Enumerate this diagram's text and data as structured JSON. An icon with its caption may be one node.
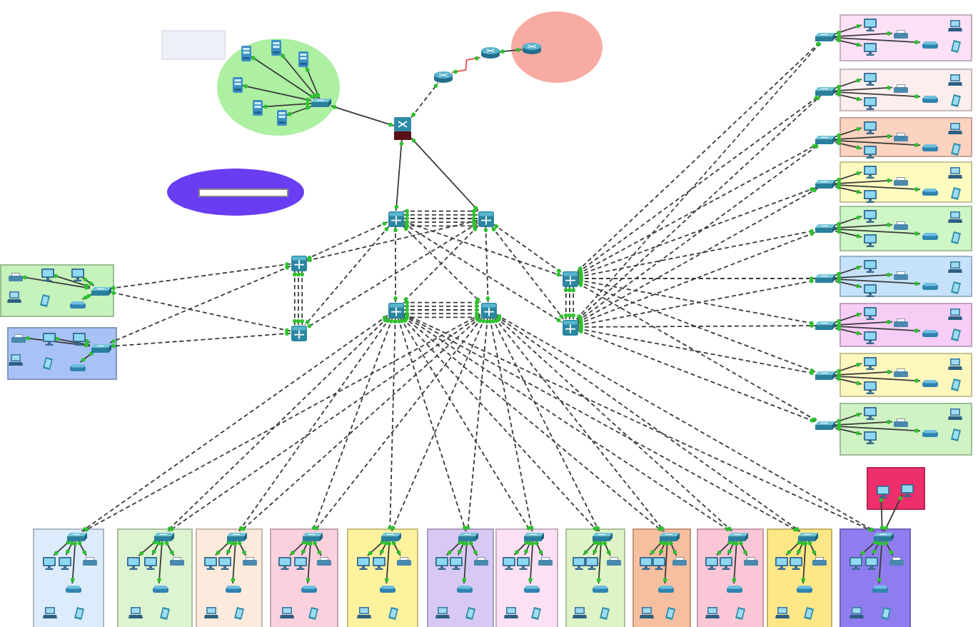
{
  "diagram": {
    "nodes": [
      {
        "text": [],
        "shape": "box"
      },
      {
        "text": [],
        "shape": "ellipse"
      },
      {
        "text": [],
        "shape": "server",
        "in": 1
      },
      {
        "text": [],
        "shape": "server",
        "in": 1
      },
      {
        "text": [],
        "shape": "server",
        "in": 1
      },
      {
        "text": [],
        "shape": "server",
        "in": 1
      },
      {
        "text": [],
        "shape": "server",
        "in": 1
      },
      {
        "text": [],
        "shape": "server",
        "in": 1
      },
      {
        "text": [],
        "shape": "switch",
        "in": 1
      },
      {
        "text": [],
        "shape": "router"
      },
      {
        "text": [],
        "shape": "router"
      },
      {
        "text": [],
        "shape": "router"
      },
      {
        "text": [],
        "shape": "ellipse"
      },
      {
        "text": [],
        "shape": "router",
        "in": 12
      },
      {
        "text": [],
        "shape": "ellipse"
      },
      {
        "text": [],
        "shape": "box",
        "in": 14
      },
      {
        "text": [],
        "shape": "switch"
      },
      {
        "text": [],
        "shape": "switch"
      },
      {
        "text": [],
        "shape": "switch"
      },
      {
        "text": [],
        "shape": "switch"
      },
      {
        "text": [],
        "shape": "switch"
      },
      {
        "text": [],
        "shape": "switch"
      },
      {
        "text": [],
        "shape": "switch"
      },
      {
        "text": [],
        "shape": "switch"
      },
      {
        "text": [],
        "shape": "box"
      },
      {
        "text": [],
        "shape": "switch",
        "in": 24
      },
      {
        "text": [],
        "shape": "computer",
        "in": 24
      },
      {
        "text": [],
        "shape": "computer",
        "in": 24
      },
      {
        "text": [],
        "shape": "printer",
        "in": 24
      },
      {
        "text": [],
        "shape": "access-point",
        "in": 24
      },
      {
        "text": [],
        "shape": "box"
      },
      {
        "text": [],
        "shape": "switch",
        "in": 30
      },
      {
        "text": [],
        "shape": "computer",
        "in": 30
      },
      {
        "text": [],
        "shape": "computer",
        "in": 30
      },
      {
        "text": [],
        "shape": "printer",
        "in": 30
      },
      {
        "text": [],
        "shape": "access-point",
        "in": 30
      },
      {
        "text": [],
        "shape": "box"
      },
      {
        "text": [],
        "shape": "switch"
      },
      {
        "text": [],
        "shape": "computer",
        "in": 36
      },
      {
        "text": [],
        "shape": "computer",
        "in": 36
      },
      {
        "text": [],
        "shape": "printer",
        "in": 36
      },
      {
        "text": [],
        "shape": "access-point",
        "in": 36
      },
      {
        "text": [],
        "shape": "box"
      },
      {
        "text": [],
        "shape": "switch"
      },
      {
        "text": [],
        "shape": "computer",
        "in": 42
      },
      {
        "text": [],
        "shape": "computer",
        "in": 42
      },
      {
        "text": [],
        "shape": "printer",
        "in": 42
      },
      {
        "text": [],
        "shape": "access-point",
        "in": 42
      },
      {
        "text": [],
        "shape": "box"
      },
      {
        "text": [],
        "shape": "switch"
      },
      {
        "text": [],
        "shape": "computer",
        "in": 48
      },
      {
        "text": [],
        "shape": "computer",
        "in": 48
      },
      {
        "text": [],
        "shape": "printer",
        "in": 48
      },
      {
        "text": [],
        "shape": "access-point",
        "in": 48
      },
      {
        "text": [],
        "shape": "box"
      },
      {
        "text": [],
        "shape": "switch"
      },
      {
        "text": [],
        "shape": "computer",
        "in": 54
      },
      {
        "text": [],
        "shape": "computer",
        "in": 54
      },
      {
        "text": [],
        "shape": "printer",
        "in": 54
      },
      {
        "text": [],
        "shape": "access-point",
        "in": 54
      },
      {
        "text": [],
        "shape": "box"
      },
      {
        "text": [],
        "shape": "switch"
      },
      {
        "text": [],
        "shape": "computer",
        "in": 60
      },
      {
        "text": [],
        "shape": "computer",
        "in": 60
      },
      {
        "text": [],
        "shape": "printer",
        "in": 60
      },
      {
        "text": [],
        "shape": "access-point",
        "in": 60
      },
      {
        "text": [],
        "shape": "box"
      },
      {
        "text": [],
        "shape": "switch"
      },
      {
        "text": [],
        "shape": "computer",
        "in": 66
      },
      {
        "text": [],
        "shape": "computer",
        "in": 66
      },
      {
        "text": [],
        "shape": "printer",
        "in": 66
      },
      {
        "text": [],
        "shape": "access-point",
        "in": 66
      },
      {
        "text": [],
        "shape": "box"
      },
      {
        "text": [],
        "shape": "switch"
      },
      {
        "text": [],
        "shape": "computer",
        "in": 72
      },
      {
        "text": [],
        "shape": "computer",
        "in": 72
      },
      {
        "text": [],
        "shape": "printer",
        "in": 72
      },
      {
        "text": [],
        "shape": "access-point",
        "in": 72
      },
      {
        "text": [],
        "shape": "box"
      },
      {
        "text": [],
        "shape": "switch"
      },
      {
        "text": [],
        "shape": "computer",
        "in": 78
      },
      {
        "text": [],
        "shape": "computer",
        "in": 78
      },
      {
        "text": [],
        "shape": "printer",
        "in": 78
      },
      {
        "text": [],
        "shape": "access-point",
        "in": 78
      },
      {
        "text": [],
        "shape": "box"
      },
      {
        "text": [],
        "shape": "switch"
      },
      {
        "text": [],
        "shape": "computer",
        "in": 84
      },
      {
        "text": [],
        "shape": "computer",
        "in": 84
      },
      {
        "text": [],
        "shape": "printer",
        "in": 84
      },
      {
        "text": [],
        "shape": "access-point",
        "in": 84
      },
      {
        "text": [],
        "shape": "box"
      },
      {
        "text": [],
        "shape": "switch",
        "in": 90
      },
      {
        "text": [],
        "shape": "computer",
        "in": 90
      },
      {
        "text": [],
        "shape": "computer",
        "in": 90
      },
      {
        "text": [],
        "shape": "printer",
        "in": 90
      },
      {
        "text": [],
        "shape": "access-point",
        "in": 90
      },
      {
        "text": [],
        "shape": "box"
      },
      {
        "text": [],
        "shape": "switch",
        "in": 96
      },
      {
        "text": [],
        "shape": "computer",
        "in": 96
      },
      {
        "text": [],
        "shape": "computer",
        "in": 96
      },
      {
        "text": [],
        "shape": "printer",
        "in": 96
      },
      {
        "text": [],
        "shape": "access-point",
        "in": 96
      },
      {
        "text": [],
        "shape": "box"
      },
      {
        "text": [],
        "shape": "switch",
        "in": 102
      },
      {
        "text": [],
        "shape": "computer",
        "in": 102
      },
      {
        "text": [],
        "shape": "computer",
        "in": 102
      },
      {
        "text": [],
        "shape": "printer",
        "in": 102
      },
      {
        "text": [],
        "shape": "access-point",
        "in": 102
      },
      {
        "text": [],
        "shape": "box"
      },
      {
        "text": [],
        "shape": "switch",
        "in": 108
      },
      {
        "text": [],
        "shape": "computer",
        "in": 108
      },
      {
        "text": [],
        "shape": "computer",
        "in": 108
      },
      {
        "text": [],
        "shape": "printer",
        "in": 108
      },
      {
        "text": [],
        "shape": "access-point",
        "in": 108
      },
      {
        "text": [],
        "shape": "box"
      },
      {
        "text": [],
        "shape": "switch",
        "in": 114
      },
      {
        "text": [],
        "shape": "computer",
        "in": 114
      },
      {
        "text": [],
        "shape": "computer",
        "in": 114
      },
      {
        "text": [],
        "shape": "printer",
        "in": 114
      },
      {
        "text": [],
        "shape": "access-point",
        "in": 114
      },
      {
        "text": [],
        "shape": "box"
      },
      {
        "text": [],
        "shape": "switch",
        "in": 120
      },
      {
        "text": [],
        "shape": "computer",
        "in": 120
      },
      {
        "text": [],
        "shape": "computer",
        "in": 120
      },
      {
        "text": [],
        "shape": "printer",
        "in": 120
      },
      {
        "text": [],
        "shape": "access-point",
        "in": 120
      },
      {
        "text": [],
        "shape": "box"
      },
      {
        "text": [],
        "shape": "switch",
        "in": 126
      },
      {
        "text": [],
        "shape": "computer",
        "in": 126
      },
      {
        "text": [],
        "shape": "computer",
        "in": 126
      },
      {
        "text": [],
        "shape": "printer",
        "in": 126
      },
      {
        "text": [],
        "shape": "access-point",
        "in": 126
      },
      {
        "text": [],
        "shape": "box"
      },
      {
        "text": [],
        "shape": "switch",
        "in": 132
      },
      {
        "text": [],
        "shape": "computer",
        "in": 132
      },
      {
        "text": [],
        "shape": "computer",
        "in": 132
      },
      {
        "text": [],
        "shape": "printer",
        "in": 132
      },
      {
        "text": [],
        "shape": "access-point",
        "in": 132
      },
      {
        "text": [],
        "shape": "box"
      },
      {
        "text": [],
        "shape": "switch",
        "in": 138
      },
      {
        "text": [],
        "shape": "computer",
        "in": 138
      },
      {
        "text": [],
        "shape": "computer",
        "in": 138
      },
      {
        "text": [],
        "shape": "printer",
        "in": 138
      },
      {
        "text": [],
        "shape": "access-point",
        "in": 138
      },
      {
        "text": [],
        "shape": "box"
      },
      {
        "text": [],
        "shape": "switch",
        "in": 144
      },
      {
        "text": [],
        "shape": "computer",
        "in": 144
      },
      {
        "text": [],
        "shape": "computer",
        "in": 144
      },
      {
        "text": [],
        "shape": "printer",
        "in": 144
      },
      {
        "text": [],
        "shape": "access-point",
        "in": 144
      },
      {
        "text": [],
        "shape": "box"
      },
      {
        "text": [],
        "shape": "switch",
        "in": 150
      },
      {
        "text": [],
        "shape": "computer",
        "in": 150
      },
      {
        "text": [],
        "shape": "computer",
        "in": 150
      },
      {
        "text": [],
        "shape": "printer",
        "in": 150
      },
      {
        "text": [],
        "shape": "access-point",
        "in": 150
      },
      {
        "text": [],
        "shape": "box"
      },
      {
        "text": [],
        "shape": "switch",
        "in": 156
      },
      {
        "text": [],
        "shape": "computer",
        "in": 156
      },
      {
        "text": [],
        "shape": "computer",
        "in": 156
      },
      {
        "text": [],
        "shape": "printer",
        "in": 156
      },
      {
        "text": [],
        "shape": "access-point",
        "in": 156
      },
      {
        "text": [],
        "shape": "box"
      },
      {
        "text": [],
        "shape": "computer",
        "in": 162
      },
      {
        "text": [],
        "shape": "computer",
        "in": 162
      }
    ],
    "edges": [
      {
        "from": 2,
        "to": 8,
        "arrow": "other"
      },
      {
        "from": 3,
        "to": 8,
        "arrow": "other"
      },
      {
        "from": 4,
        "to": 8,
        "arrow": "other"
      },
      {
        "from": 5,
        "to": 8,
        "arrow": "other"
      },
      {
        "from": 6,
        "to": 8,
        "arrow": "other"
      },
      {
        "from": 7,
        "to": 8,
        "arrow": "other"
      },
      {
        "from": 8,
        "to": 9,
        "arrow": "other"
      },
      {
        "from": 9,
        "to": 10,
        "arrow": "other",
        "style": "dashed"
      },
      {
        "from": 10,
        "to": 11,
        "arrow": "other",
        "color": "#e8504a"
      },
      {
        "from": 11,
        "to": 13,
        "arrow": "other"
      },
      {
        "from": 9,
        "to": 16,
        "arrow": "other"
      },
      {
        "from": 9,
        "to": 17,
        "arrow": "other"
      },
      {
        "from": 16,
        "to": 17,
        "arrow": "other",
        "style": "dashed"
      },
      {
        "from": 16,
        "to": 17,
        "arrow": "other",
        "style": "dashed"
      },
      {
        "from": 16,
        "to": 17,
        "arrow": "other",
        "style": "dashed"
      },
      {
        "from": 16,
        "to": 17,
        "arrow": "other",
        "style": "dashed"
      },
      {
        "from": 16,
        "to": 17,
        "arrow": "other",
        "style": "dashed"
      },
      {
        "from": 16,
        "to": 18,
        "arrow": "other",
        "style": "dashed"
      },
      {
        "from": 16,
        "to": 19,
        "arrow": "other",
        "style": "dashed"
      },
      {
        "from": 16,
        "to": 20,
        "arrow": "other",
        "style": "dashed"
      },
      {
        "from": 16,
        "to": 21,
        "arrow": "other",
        "style": "dashed"
      },
      {
        "from": 16,
        "to": 22,
        "arrow": "other",
        "style": "dashed"
      },
      {
        "from": 16,
        "to": 23,
        "arrow": "other",
        "style": "dashed"
      },
      {
        "from": 17,
        "to": 18,
        "arrow": "other",
        "style": "dashed"
      },
      {
        "from": 17,
        "to": 19,
        "arrow": "other",
        "style": "dashed"
      },
      {
        "from": 17,
        "to": 20,
        "arrow": "other",
        "style": "dashed"
      },
      {
        "from": 17,
        "to": 21,
        "arrow": "other",
        "style": "dashed"
      },
      {
        "from": 17,
        "to": 22,
        "arrow": "other",
        "style": "dashed"
      },
      {
        "from": 17,
        "to": 23,
        "arrow": "other",
        "style": "dashed"
      },
      {
        "from": 18,
        "to": 19,
        "arrow": "other",
        "style": "dashed"
      },
      {
        "from": 18,
        "to": 19,
        "arrow": "other",
        "style": "dashed"
      },
      {
        "from": 18,
        "to": 19,
        "arrow": "other",
        "style": "dashed"
      },
      {
        "from": 20,
        "to": 21,
        "arrow": "other",
        "style": "dashed"
      },
      {
        "from": 20,
        "to": 21,
        "arrow": "other",
        "style": "dashed"
      },
      {
        "from": 20,
        "to": 21,
        "arrow": "other",
        "style": "dashed"
      },
      {
        "from": 20,
        "to": 21,
        "arrow": "other",
        "style": "dashed"
      },
      {
        "from": 20,
        "to": 21,
        "arrow": "other",
        "style": "dashed"
      },
      {
        "from": 22,
        "to": 23,
        "arrow": "other",
        "style": "dashed"
      },
      {
        "from": 22,
        "to": 23,
        "arrow": "other",
        "style": "dashed"
      },
      {
        "from": 22,
        "to": 23,
        "arrow": "other",
        "style": "dashed"
      },
      {
        "from": 25,
        "to": 26,
        "arrow": "other"
      },
      {
        "from": 25,
        "to": 27,
        "arrow": "other"
      },
      {
        "from": 25,
        "to": 28,
        "arrow": "other"
      },
      {
        "from": 25,
        "to": 29,
        "arrow": "other"
      },
      {
        "from": 18,
        "to": 25,
        "arrow": "other",
        "style": "dashed"
      },
      {
        "from": 19,
        "to": 25,
        "arrow": "other",
        "style": "dashed"
      },
      {
        "from": 31,
        "to": 32,
        "arrow": "other"
      },
      {
        "from": 31,
        "to": 33,
        "arrow": "other"
      },
      {
        "from": 31,
        "to": 34,
        "arrow": "other"
      },
      {
        "from": 31,
        "to": 35,
        "arrow": "other"
      },
      {
        "from": 18,
        "to": 31,
        "arrow": "other",
        "style": "dashed"
      },
      {
        "from": 19,
        "to": 31,
        "arrow": "other",
        "style": "dashed"
      },
      {
        "from": 37,
        "to": 38,
        "arrow": "other"
      },
      {
        "from": 37,
        "to": 39,
        "arrow": "other"
      },
      {
        "from": 37,
        "to": 40,
        "arrow": "other"
      },
      {
        "from": 37,
        "to": 41,
        "arrow": "other"
      },
      {
        "from": 22,
        "to": 37,
        "arrow": "other",
        "style": "dashed"
      },
      {
        "from": 23,
        "to": 37,
        "arrow": "other",
        "style": "dashed"
      },
      {
        "from": 43,
        "to": 44,
        "arrow": "other"
      },
      {
        "from": 43,
        "to": 45,
        "arrow": "other"
      },
      {
        "from": 43,
        "to": 46,
        "arrow": "other"
      },
      {
        "from": 43,
        "to": 47,
        "arrow": "other"
      },
      {
        "from": 22,
        "to": 43,
        "arrow": "other",
        "style": "dashed"
      },
      {
        "from": 23,
        "to": 43,
        "arrow": "other",
        "style": "dashed"
      },
      {
        "from": 49,
        "to": 50,
        "arrow": "other"
      },
      {
        "from": 49,
        "to": 51,
        "arrow": "other"
      },
      {
        "from": 49,
        "to": 52,
        "arrow": "other"
      },
      {
        "from": 49,
        "to": 53,
        "arrow": "other"
      },
      {
        "from": 22,
        "to": 49,
        "arrow": "other",
        "style": "dashed"
      },
      {
        "from": 23,
        "to": 49,
        "arrow": "other",
        "style": "dashed"
      },
      {
        "from": 55,
        "to": 56,
        "arrow": "other"
      },
      {
        "from": 55,
        "to": 57,
        "arrow": "other"
      },
      {
        "from": 55,
        "to": 58,
        "arrow": "other"
      },
      {
        "from": 55,
        "to": 59,
        "arrow": "other"
      },
      {
        "from": 22,
        "to": 55,
        "arrow": "other",
        "style": "dashed"
      },
      {
        "from": 23,
        "to": 55,
        "arrow": "other",
        "style": "dashed"
      },
      {
        "from": 61,
        "to": 62,
        "arrow": "other"
      },
      {
        "from": 61,
        "to": 63,
        "arrow": "other"
      },
      {
        "from": 61,
        "to": 64,
        "arrow": "other"
      },
      {
        "from": 61,
        "to": 65,
        "arrow": "other"
      },
      {
        "from": 22,
        "to": 61,
        "arrow": "other",
        "style": "dashed"
      },
      {
        "from": 23,
        "to": 61,
        "arrow": "other",
        "style": "dashed"
      },
      {
        "from": 67,
        "to": 68,
        "arrow": "other"
      },
      {
        "from": 67,
        "to": 69,
        "arrow": "other"
      },
      {
        "from": 67,
        "to": 70,
        "arrow": "other"
      },
      {
        "from": 67,
        "to": 71,
        "arrow": "other"
      },
      {
        "from": 22,
        "to": 67,
        "arrow": "other",
        "style": "dashed"
      },
      {
        "from": 23,
        "to": 67,
        "arrow": "other",
        "style": "dashed"
      },
      {
        "from": 73,
        "to": 74,
        "arrow": "other"
      },
      {
        "from": 73,
        "to": 75,
        "arrow": "other"
      },
      {
        "from": 73,
        "to": 76,
        "arrow": "other"
      },
      {
        "from": 73,
        "to": 77,
        "arrow": "other"
      },
      {
        "from": 22,
        "to": 73,
        "arrow": "other",
        "style": "dashed"
      },
      {
        "from": 23,
        "to": 73,
        "arrow": "other",
        "style": "dashed"
      },
      {
        "from": 79,
        "to": 80,
        "arrow": "other"
      },
      {
        "from": 79,
        "to": 81,
        "arrow": "other"
      },
      {
        "from": 79,
        "to": 82,
        "arrow": "other"
      },
      {
        "from": 79,
        "to": 83,
        "arrow": "other"
      },
      {
        "from": 22,
        "to": 79,
        "arrow": "other",
        "style": "dashed"
      },
      {
        "from": 23,
        "to": 79,
        "arrow": "other",
        "style": "dashed"
      },
      {
        "from": 85,
        "to": 86,
        "arrow": "other"
      },
      {
        "from": 85,
        "to": 87,
        "arrow": "other"
      },
      {
        "from": 85,
        "to": 88,
        "arrow": "other"
      },
      {
        "from": 85,
        "to": 89,
        "arrow": "other"
      },
      {
        "from": 22,
        "to": 85,
        "arrow": "other",
        "style": "dashed"
      },
      {
        "from": 23,
        "to": 85,
        "arrow": "other",
        "style": "dashed"
      },
      {
        "from": 91,
        "to": 92,
        "arrow": "other"
      },
      {
        "from": 91,
        "to": 93,
        "arrow": "other"
      },
      {
        "from": 91,
        "to": 94,
        "arrow": "other"
      },
      {
        "from": 91,
        "to": 95,
        "arrow": "other"
      },
      {
        "from": 20,
        "to": 91,
        "arrow": "other",
        "style": "dashed"
      },
      {
        "from": 21,
        "to": 91,
        "arrow": "other",
        "style": "dashed"
      },
      {
        "from": 97,
        "to": 98,
        "arrow": "other"
      },
      {
        "from": 97,
        "to": 99,
        "arrow": "other"
      },
      {
        "from": 97,
        "to": 100,
        "arrow": "other"
      },
      {
        "from": 97,
        "to": 101,
        "arrow": "other"
      },
      {
        "from": 20,
        "to": 97,
        "arrow": "other",
        "style": "dashed"
      },
      {
        "from": 21,
        "to": 97,
        "arrow": "other",
        "style": "dashed"
      },
      {
        "from": 103,
        "to": 104,
        "arrow": "other"
      },
      {
        "from": 103,
        "to": 105,
        "arrow": "other"
      },
      {
        "from": 103,
        "to": 106,
        "arrow": "other"
      },
      {
        "from": 103,
        "to": 107,
        "arrow": "other"
      },
      {
        "from": 20,
        "to": 103,
        "arrow": "other",
        "style": "dashed"
      },
      {
        "from": 21,
        "to": 103,
        "arrow": "other",
        "style": "dashed"
      },
      {
        "from": 109,
        "to": 110,
        "arrow": "other"
      },
      {
        "from": 109,
        "to": 111,
        "arrow": "other"
      },
      {
        "from": 109,
        "to": 112,
        "arrow": "other"
      },
      {
        "from": 109,
        "to": 113,
        "arrow": "other"
      },
      {
        "from": 20,
        "to": 109,
        "arrow": "other",
        "style": "dashed"
      },
      {
        "from": 21,
        "to": 109,
        "arrow": "other",
        "style": "dashed"
      },
      {
        "from": 115,
        "to": 116,
        "arrow": "other"
      },
      {
        "from": 115,
        "to": 117,
        "arrow": "other"
      },
      {
        "from": 115,
        "to": 118,
        "arrow": "other"
      },
      {
        "from": 115,
        "to": 119,
        "arrow": "other"
      },
      {
        "from": 20,
        "to": 115,
        "arrow": "other",
        "style": "dashed"
      },
      {
        "from": 21,
        "to": 115,
        "arrow": "other",
        "style": "dashed"
      },
      {
        "from": 121,
        "to": 122,
        "arrow": "other"
      },
      {
        "from": 121,
        "to": 123,
        "arrow": "other"
      },
      {
        "from": 121,
        "to": 124,
        "arrow": "other"
      },
      {
        "from": 121,
        "to": 125,
        "arrow": "other"
      },
      {
        "from": 20,
        "to": 121,
        "arrow": "other",
        "style": "dashed"
      },
      {
        "from": 21,
        "to": 121,
        "arrow": "other",
        "style": "dashed"
      },
      {
        "from": 127,
        "to": 128,
        "arrow": "other"
      },
      {
        "from": 127,
        "to": 129,
        "arrow": "other"
      },
      {
        "from": 127,
        "to": 130,
        "arrow": "other"
      },
      {
        "from": 127,
        "to": 131,
        "arrow": "other"
      },
      {
        "from": 20,
        "to": 127,
        "arrow": "other",
        "style": "dashed"
      },
      {
        "from": 21,
        "to": 127,
        "arrow": "other",
        "style": "dashed"
      },
      {
        "from": 133,
        "to": 134,
        "arrow": "other"
      },
      {
        "from": 133,
        "to": 135,
        "arrow": "other"
      },
      {
        "from": 133,
        "to": 136,
        "arrow": "other"
      },
      {
        "from": 133,
        "to": 137,
        "arrow": "other"
      },
      {
        "from": 20,
        "to": 133,
        "arrow": "other",
        "style": "dashed"
      },
      {
        "from": 21,
        "to": 133,
        "arrow": "other",
        "style": "dashed"
      },
      {
        "from": 139,
        "to": 140,
        "arrow": "other"
      },
      {
        "from": 139,
        "to": 141,
        "arrow": "other"
      },
      {
        "from": 139,
        "to": 142,
        "arrow": "other"
      },
      {
        "from": 139,
        "to": 143,
        "arrow": "other"
      },
      {
        "from": 20,
        "to": 139,
        "arrow": "other",
        "style": "dashed"
      },
      {
        "from": 21,
        "to": 139,
        "arrow": "other",
        "style": "dashed"
      },
      {
        "from": 145,
        "to": 146,
        "arrow": "other"
      },
      {
        "from": 145,
        "to": 147,
        "arrow": "other"
      },
      {
        "from": 145,
        "to": 148,
        "arrow": "other"
      },
      {
        "from": 145,
        "to": 149,
        "arrow": "other"
      },
      {
        "from": 20,
        "to": 145,
        "arrow": "other",
        "style": "dashed"
      },
      {
        "from": 21,
        "to": 145,
        "arrow": "other",
        "style": "dashed"
      },
      {
        "from": 151,
        "to": 152,
        "arrow": "other"
      },
      {
        "from": 151,
        "to": 153,
        "arrow": "other"
      },
      {
        "from": 151,
        "to": 154,
        "arrow": "other"
      },
      {
        "from": 151,
        "to": 155,
        "arrow": "other"
      },
      {
        "from": 20,
        "to": 151,
        "arrow": "other",
        "style": "dashed"
      },
      {
        "from": 21,
        "to": 151,
        "arrow": "other",
        "style": "dashed"
      },
      {
        "from": 157,
        "to": 158,
        "arrow": "other"
      },
      {
        "from": 157,
        "to": 159,
        "arrow": "other"
      },
      {
        "from": 157,
        "to": 160,
        "arrow": "other"
      },
      {
        "from": 157,
        "to": 161,
        "arrow": "other"
      },
      {
        "from": 20,
        "to": 157,
        "arrow": "other",
        "style": "dashed"
      },
      {
        "from": 21,
        "to": 157,
        "arrow": "other",
        "style": "dashed"
      },
      {
        "from": 163,
        "to": 157,
        "arrow": "other"
      },
      {
        "from": 164,
        "to": 157,
        "arrow": "other"
      }
    ]
  }
}
